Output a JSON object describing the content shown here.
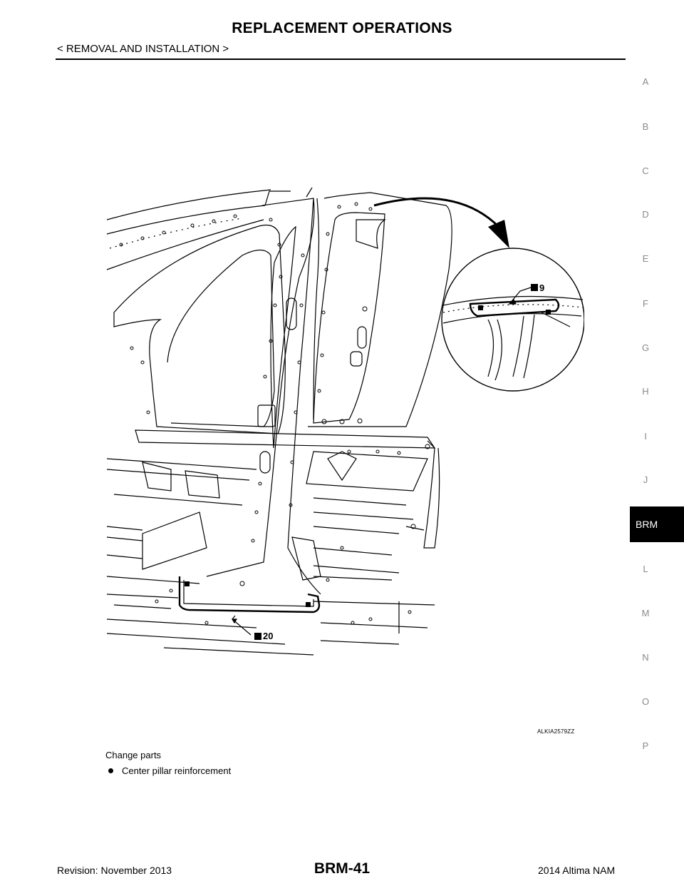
{
  "header": {
    "title": "REPLACEMENT OPERATIONS",
    "subtitle": "< REMOVAL AND INSTALLATION >"
  },
  "index_tabs": {
    "letters": [
      "A",
      "B",
      "C",
      "D",
      "E",
      "F",
      "G",
      "H",
      "I",
      "J",
      "L",
      "M",
      "N",
      "O",
      "P"
    ],
    "active": "BRM"
  },
  "figure": {
    "callout_top": "9",
    "callout_bottom": "20",
    "figure_id": "ALKIA2579ZZ"
  },
  "content": {
    "change_heading": "Change parts",
    "items": [
      "Center pillar reinforcement"
    ]
  },
  "footer": {
    "page_number": "BRM-41",
    "revision": "Revision: November 2013",
    "model": "2014 Altima NAM"
  }
}
